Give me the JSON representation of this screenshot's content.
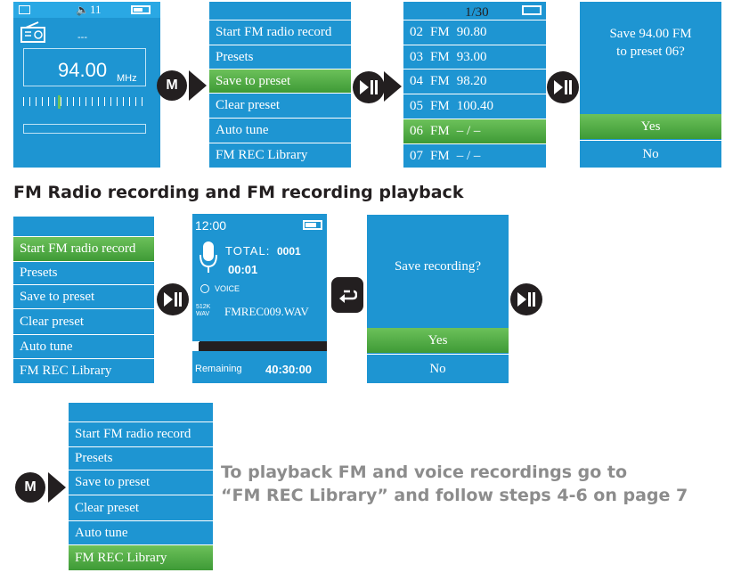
{
  "radio_screen": {
    "volume": "11",
    "station_name": "---",
    "frequency": "94.00",
    "unit": "MHz"
  },
  "menu_items": [
    "Start FM radio record",
    "Presets",
    "Save to preset",
    "Clear preset",
    "Auto tune",
    "FM REC Library"
  ],
  "button_m": "M",
  "preset_list": {
    "header": "1/30",
    "rows": [
      {
        "num": "02",
        "band": "FM",
        "freq": "90.80"
      },
      {
        "num": "03",
        "band": "FM",
        "freq": "93.00"
      },
      {
        "num": "04",
        "band": "FM",
        "freq": "98.20"
      },
      {
        "num": "05",
        "band": "FM",
        "freq": "100.40"
      },
      {
        "num": "06",
        "band": "FM",
        "freq": "– / –"
      },
      {
        "num": "07",
        "band": "FM",
        "freq": "– / –"
      }
    ],
    "selected_index": 4
  },
  "save_preset_dialog": {
    "line1": "Save 94.00 FM",
    "line2": "to preset 06?",
    "yes": "Yes",
    "no": "No"
  },
  "section_heading": "FM Radio recording and FM recording playback",
  "record_screen": {
    "time": "12:00",
    "total_label": "TOTAL:",
    "total_value": "0001",
    "elapsed": "00:01",
    "voice_label": "VOICE",
    "size_label_1": "512K",
    "size_label_2": "WAV",
    "filename": "FMREC009.WAV",
    "remaining_label": "Remaining",
    "remaining_value": "40:30:00",
    "progress": 0.05
  },
  "save_recording_dialog": {
    "question": "Save recording?",
    "yes": "Yes",
    "no": "No"
  },
  "note": {
    "line1": "To playback FM and voice recordings go to",
    "line2": "“FM REC Library” and follow steps 4-6 on page 7"
  },
  "colors": {
    "screen_blue": "#1e95d2",
    "highlight_green": "#52ad45",
    "button_dark": "#231f20",
    "note_gray": "#8c8c8c"
  }
}
